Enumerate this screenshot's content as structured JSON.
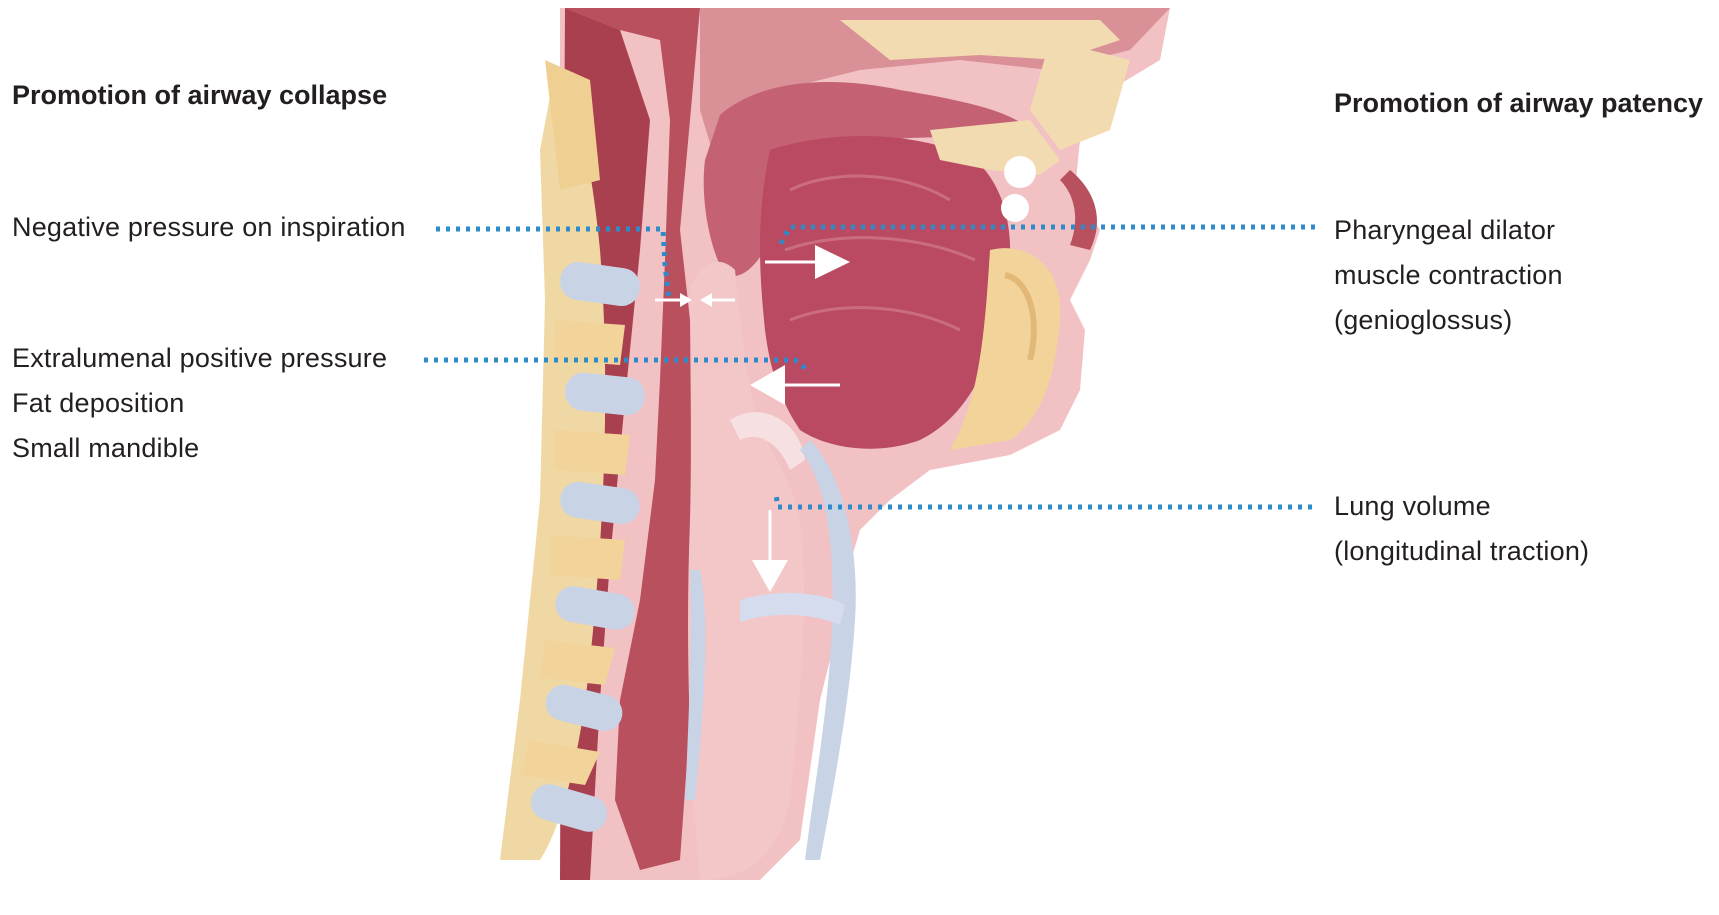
{
  "left": {
    "heading": "Promotion of airway collapse",
    "negative_pressure": "Negative pressure on inspiration",
    "extralumenal": "Extralumenal positive pressure",
    "fat": "Fat deposition",
    "mandible": "Small mandible"
  },
  "right": {
    "heading": "Promotion of airway patency",
    "dilator_line1": "Pharyngeal dilator",
    "dilator_line2": "muscle contraction",
    "dilator_line3": "(genioglossus)",
    "lung_line1": "Lung volume",
    "lung_line2": "(longitudinal traction)"
  },
  "colors": {
    "leader": "#2e8bc9",
    "muscle": "#b34a5c",
    "tissue": "#e8a9ae",
    "bone": "#f2d49a",
    "cartilage": "#c9d3e6",
    "airway": "#f3c6c8"
  }
}
